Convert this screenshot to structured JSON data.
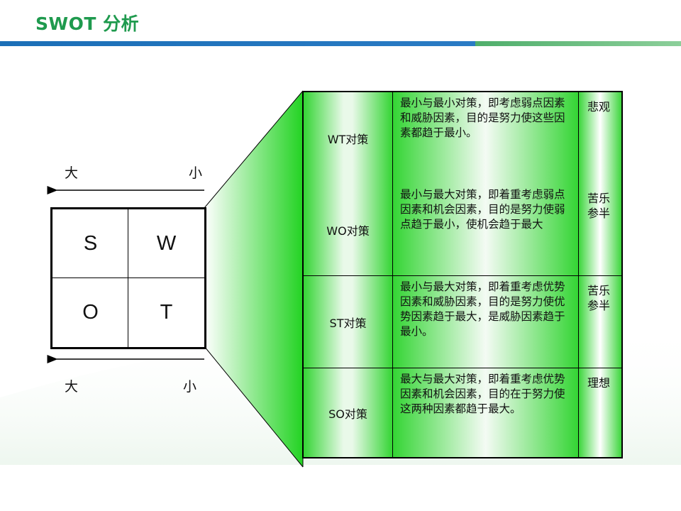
{
  "header": {
    "title": "SWOT 分析"
  },
  "axis": {
    "top_left": "大",
    "top_right": "小",
    "bottom_left": "大",
    "bottom_right": "小"
  },
  "swot": {
    "s": "S",
    "w": "W",
    "o": "O",
    "t": "T"
  },
  "strategies": [
    {
      "name": "WT对策",
      "description": "最小与最小对策，即考虑弱点因素和威胁因素，目的是努力使这些因素都趋于最小。",
      "outlook": "悲观"
    },
    {
      "name": "WO对策",
      "description": "最小与最大对策，即着重考虑弱点因素和机会因素，目的是努力使弱点趋于最小，使机会趋于最大",
      "outlook": "苦乐参半"
    },
    {
      "name": "ST对策",
      "description": "最小与最大对策，即着重考虑优势因素和威胁因素，目的是努力使优势因素趋于最大，是威胁因素趋于最小。",
      "outlook": "苦乐参半"
    },
    {
      "name": "SO对策",
      "description": "最大与最大对策，即着重考虑优势因素和机会因素，目的在于努力使这两种因素都趋于最大。",
      "outlook": "理想"
    }
  ],
  "colors": {
    "title": "#1f9a4e",
    "accent_green": "#34d534",
    "bar_blue": "#1b6fb7"
  }
}
